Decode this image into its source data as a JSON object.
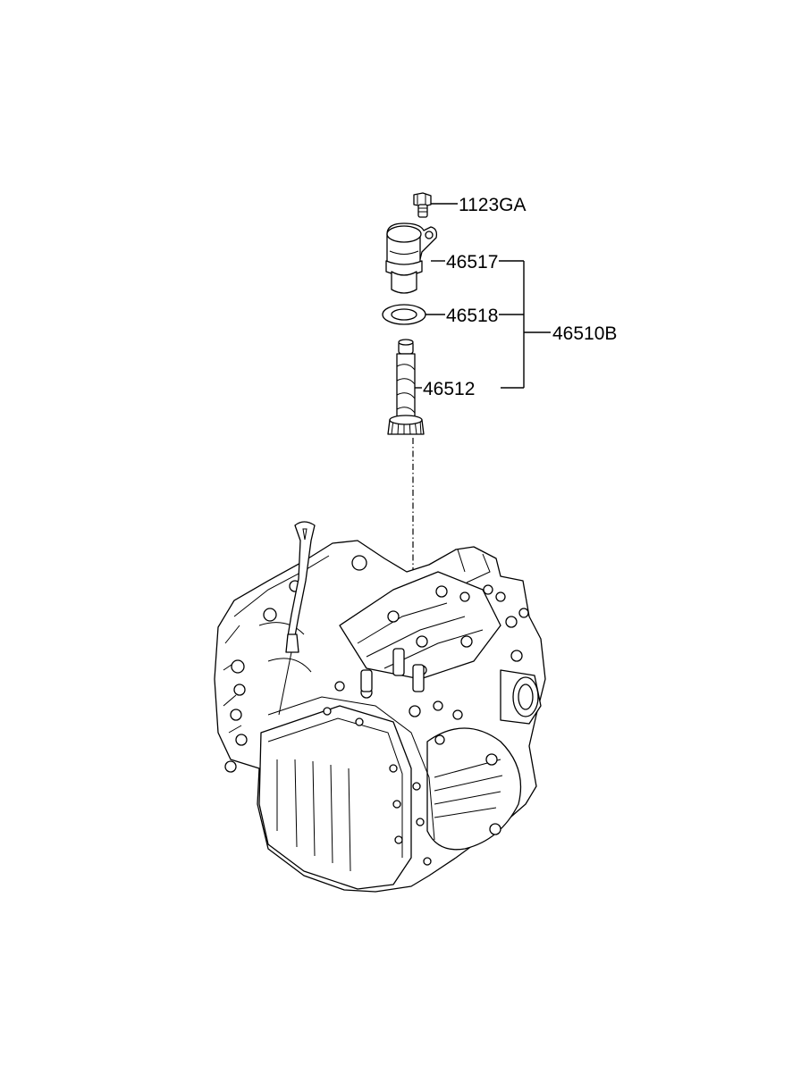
{
  "callouts": {
    "bolt": "1123GA",
    "sensor_housing": "46517",
    "o_ring": "46518",
    "assembly": "46510B",
    "driven_gear": "46512"
  },
  "icons": {
    "bolt": "bolt-icon",
    "sensor_housing": "speedometer-sensor-housing-icon",
    "o_ring": "o-ring-icon",
    "driven_gear": "driven-gear-shaft-icon",
    "transaxle": "automatic-transaxle-icon"
  },
  "colors": {
    "line": "#000000",
    "background": "#ffffff"
  }
}
